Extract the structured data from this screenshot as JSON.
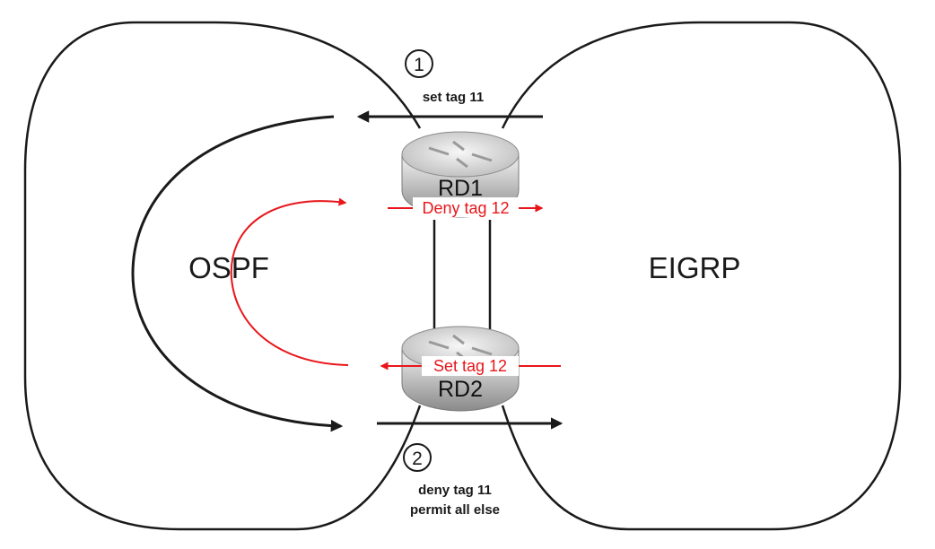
{
  "domains": {
    "left": "OSPF",
    "right": "EIGRP"
  },
  "routers": {
    "top": "RD1",
    "bottom": "RD2"
  },
  "steps": {
    "one": {
      "number": "1",
      "text": "set tag 11"
    },
    "two": {
      "number": "2",
      "line1": "deny tag 11",
      "line2": "permit all else"
    }
  },
  "annotations": {
    "deny": "Deny tag 12",
    "set": "Set tag 12"
  },
  "colors": {
    "line": "#1a1a1a",
    "annotation": "#e8161b",
    "router_top": "#dcdcdc",
    "router_bottom": "#8a8a8a"
  }
}
